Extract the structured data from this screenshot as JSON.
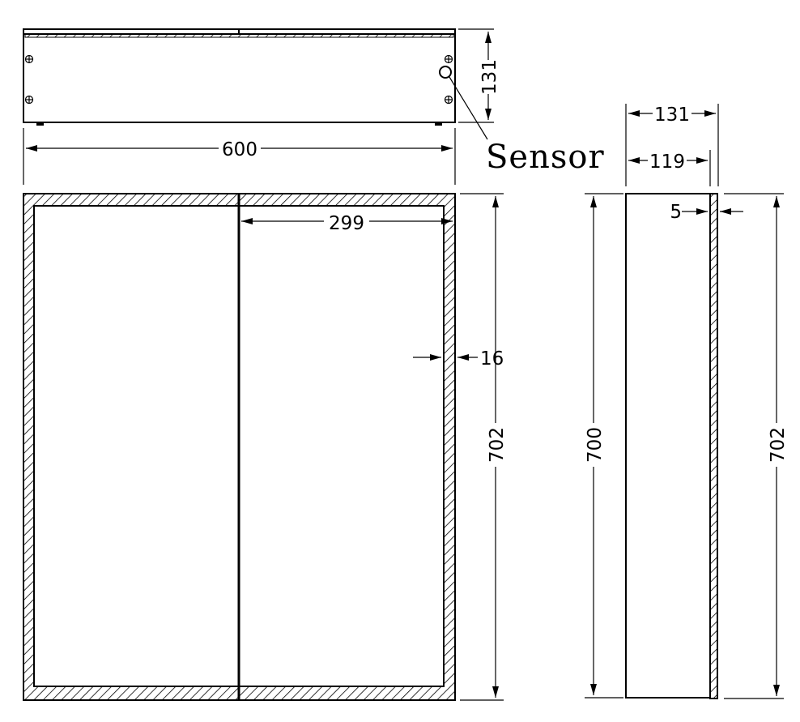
{
  "drawing": {
    "sensor_label": "Sensor",
    "top_view": {
      "depth": "131"
    },
    "front_view": {
      "width": "600",
      "door_width": "299",
      "frame": "16",
      "height": "702"
    },
    "side_view": {
      "depth": "131",
      "body_depth": "119",
      "glass": "5",
      "body_height": "700",
      "height": "702"
    }
  }
}
